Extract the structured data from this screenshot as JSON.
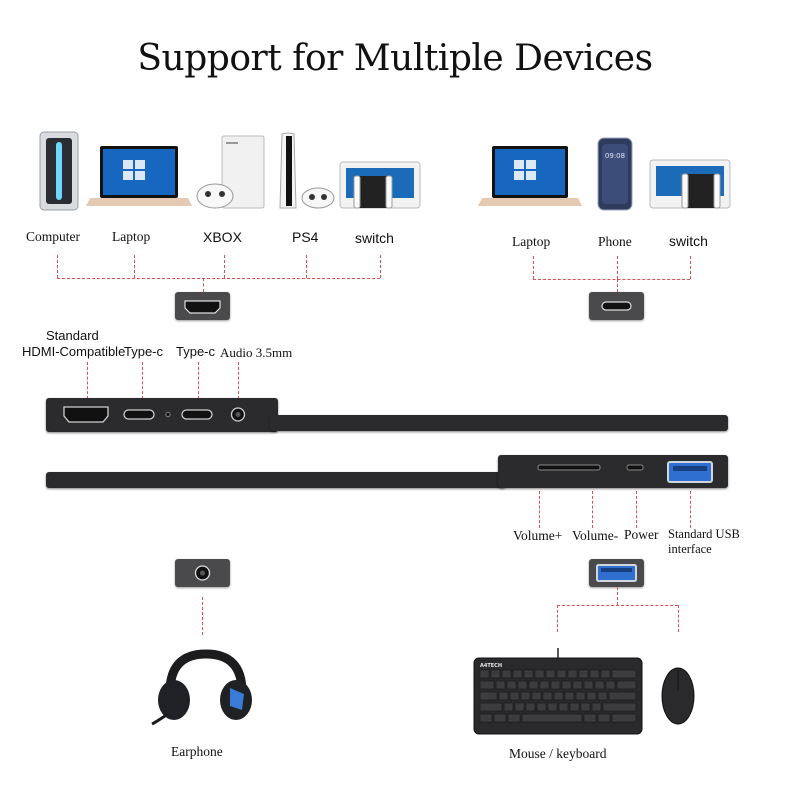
{
  "title": "Support for Multiple Devices",
  "hdmi_devices": [
    {
      "label": "Computer",
      "icon": "desktop-pc-icon"
    },
    {
      "label": "Laptop",
      "icon": "laptop-icon"
    },
    {
      "label": "XBOX",
      "icon": "xbox-console-icon"
    },
    {
      "label": "PS4",
      "icon": "ps-console-icon"
    },
    {
      "label": "switch",
      "icon": "switch-console-icon"
    }
  ],
  "typec_devices": [
    {
      "label": "Laptop",
      "icon": "laptop-icon"
    },
    {
      "label": "Phone",
      "icon": "phone-icon"
    },
    {
      "label": "switch",
      "icon": "switch-console-icon"
    }
  ],
  "left_ports": {
    "hdmi_line1": "Standard",
    "hdmi_line2": "HDMI-Compatible",
    "typec1": "Type-c",
    "typec2": "Type-c",
    "audio": "Audio 3.5mm"
  },
  "right_ports": {
    "volume_up": "Volume+",
    "volume_down": "Volume-",
    "power": "Power",
    "usb_line1": "Standard USB",
    "usb_line2": "interface"
  },
  "earphone_label": "Earphone",
  "mouse_keyboard_label": "Mouse / keyboard",
  "keyboard_brand": "A4TECH",
  "colors": {
    "dashed_line": "#e05050",
    "port_box": "#4a4a4c",
    "usb_blue": "#2f6fd0",
    "device_body": "#2b2b2d"
  }
}
